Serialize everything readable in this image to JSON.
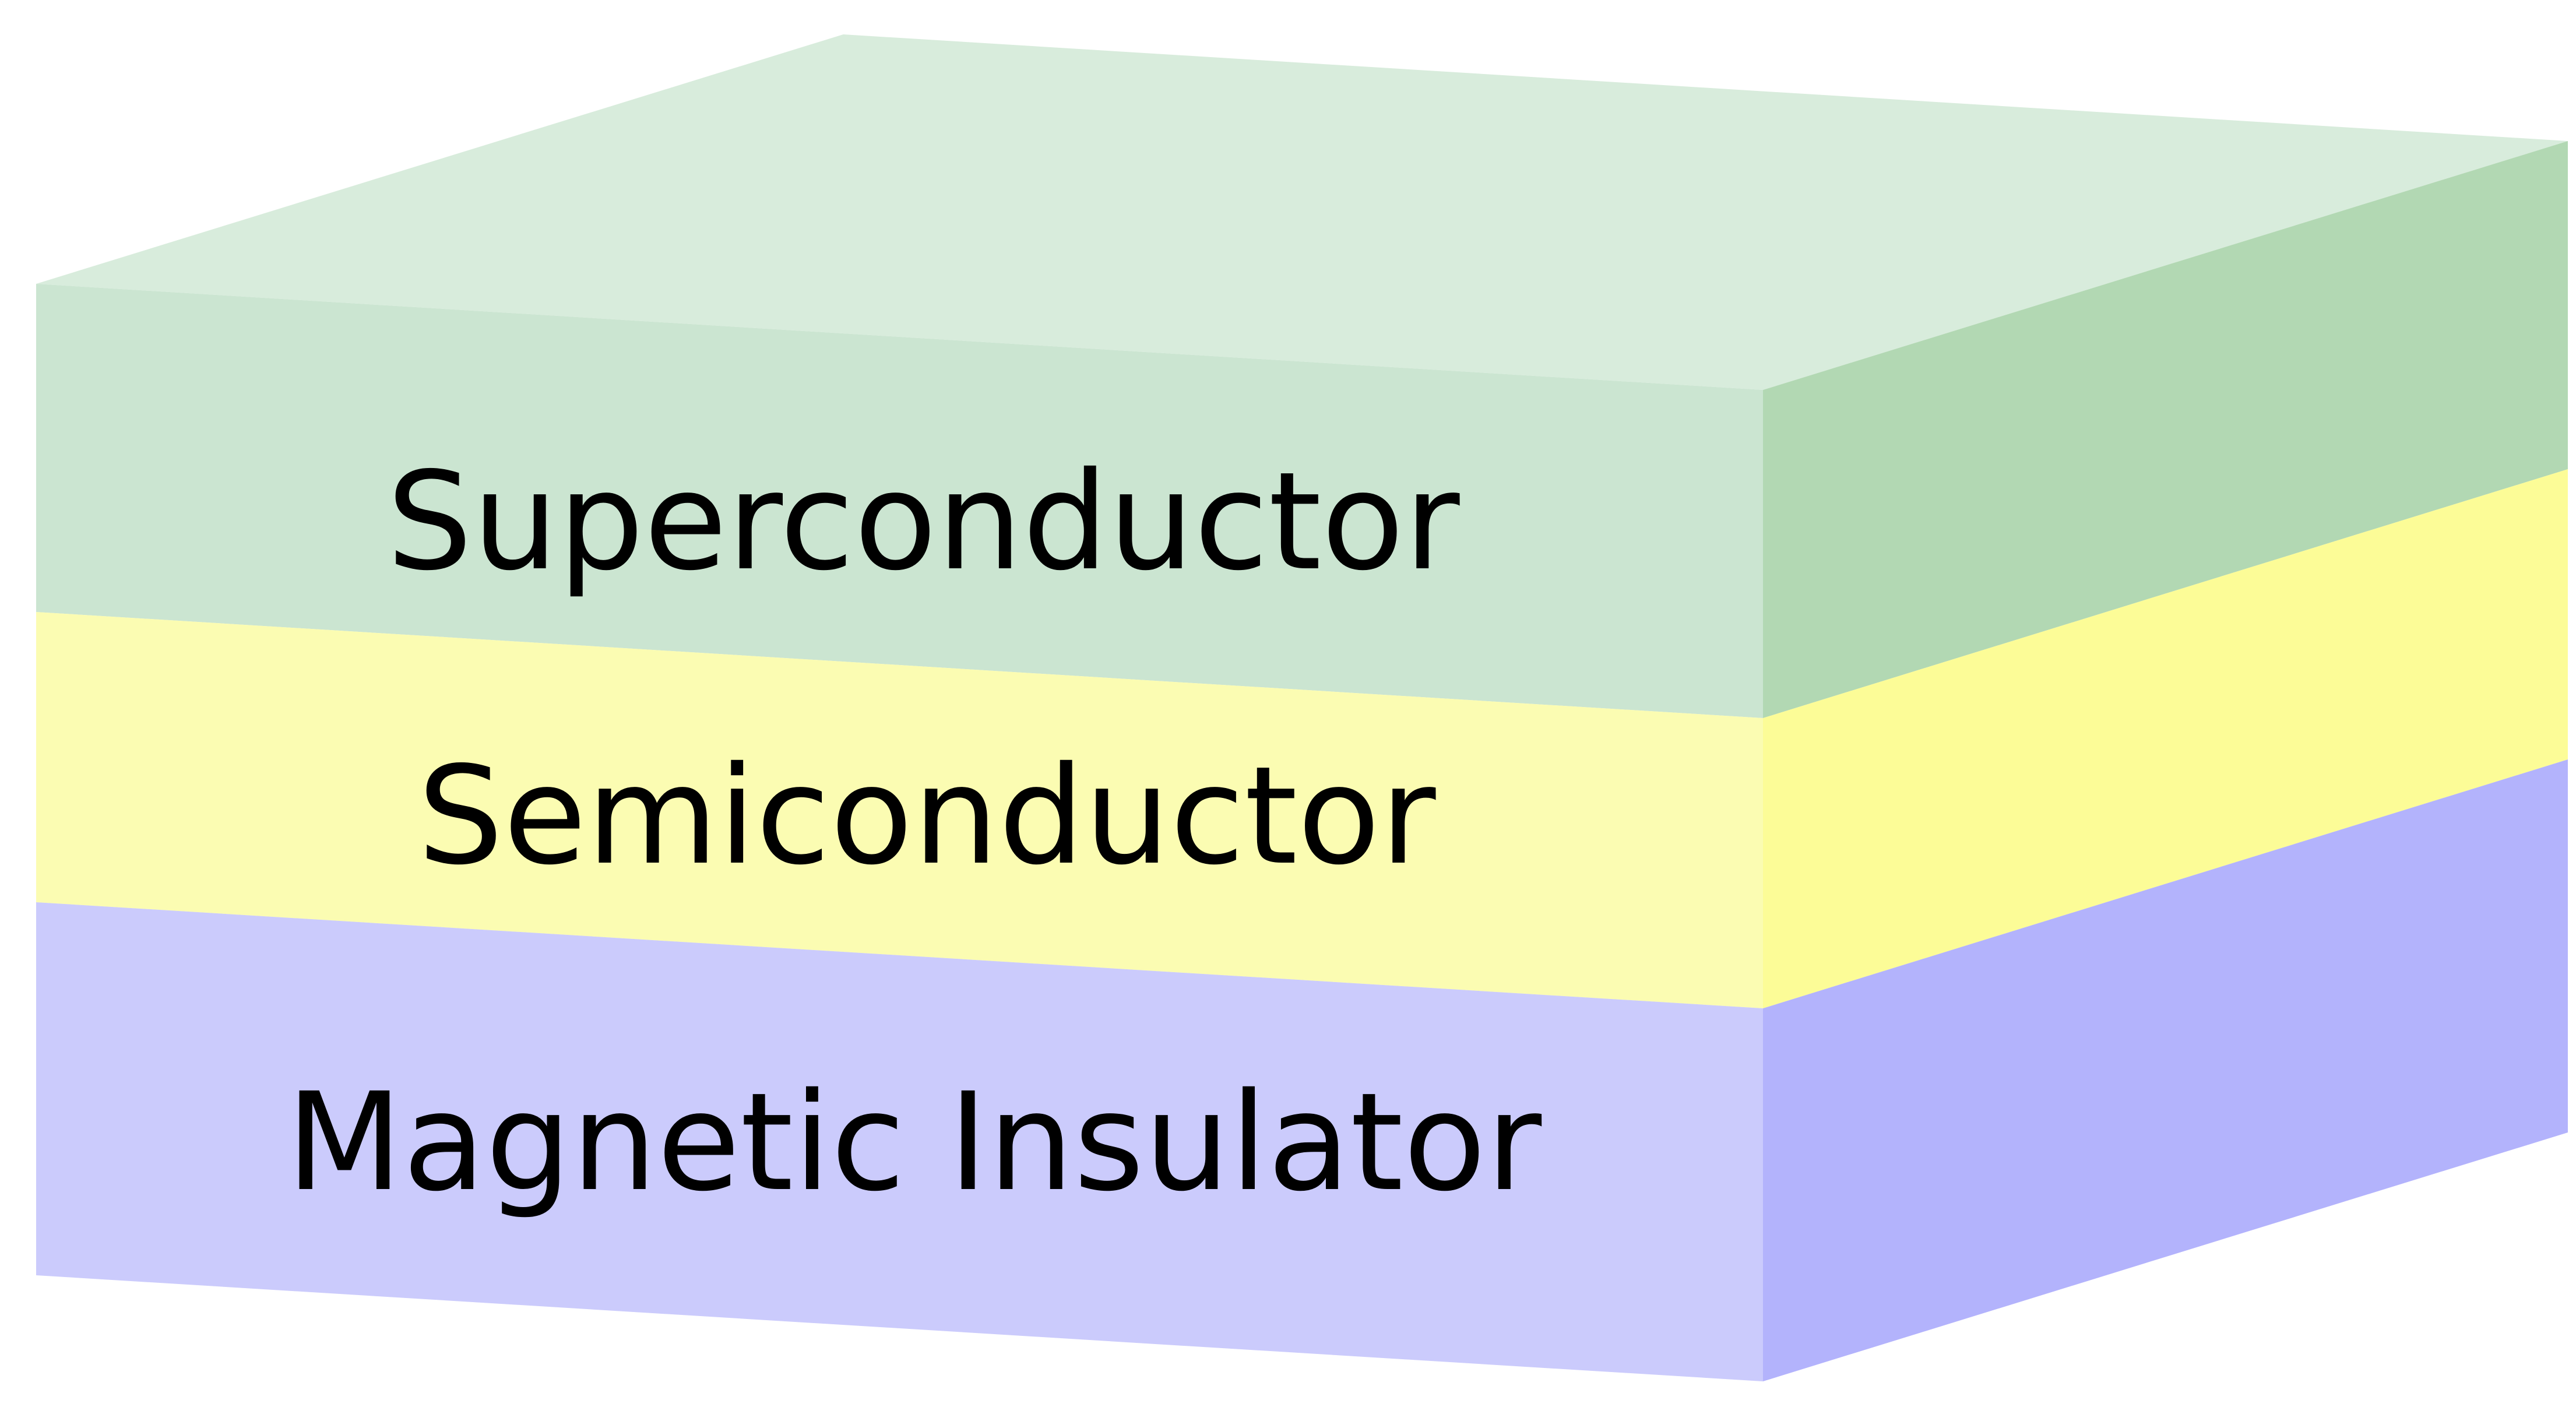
{
  "diagram": {
    "layers": [
      {
        "id": "superconductor",
        "label": "Superconductor",
        "front_color": "#cbe5d1",
        "side_color": "#b2d8b3",
        "top_color": "#d8ecdc"
      },
      {
        "id": "semiconductor",
        "label": "Semiconductor",
        "front_color": "#fbfcb2",
        "side_color": "#fcfc97"
      },
      {
        "id": "magnetic-insulator",
        "label": "Magnetic Insulator",
        "front_color": "#cbcbfc",
        "side_color": "#b3b3fc"
      }
    ]
  }
}
